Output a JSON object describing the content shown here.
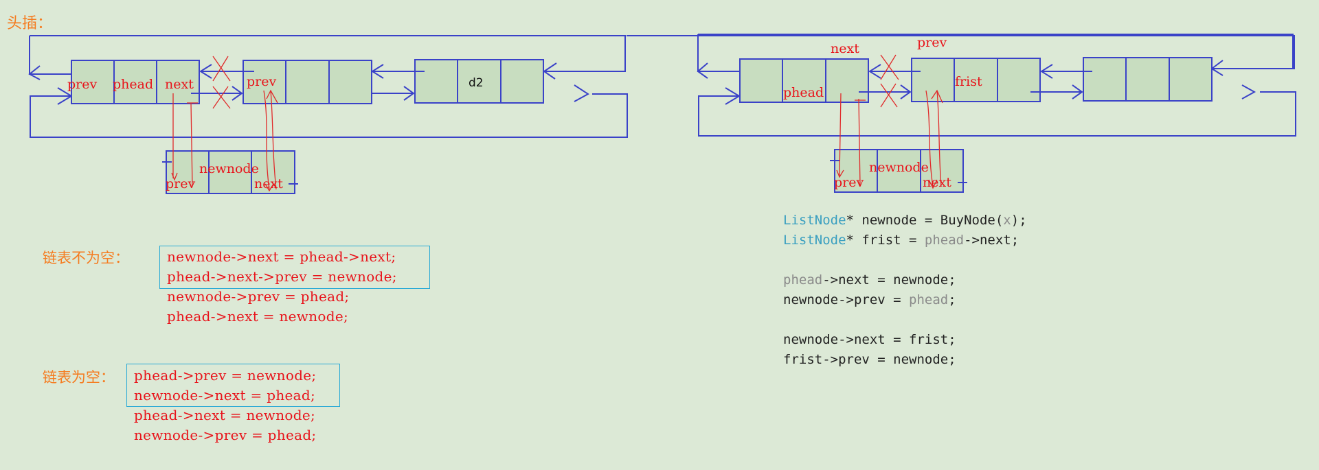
{
  "title": "头插：",
  "left": {
    "nodes": {
      "head": [
        "prev",
        "phead",
        "next"
      ],
      "second_first": "prev",
      "third_middle": "d2"
    },
    "newnode": {
      "name": "newnode",
      "prev": "prev",
      "next": "next"
    }
  },
  "right": {
    "labels": {
      "next_top": "next",
      "prev_top": "prev",
      "phead": "phead",
      "frist": "frist"
    },
    "newnode": {
      "name": "newnode",
      "prev": "prev",
      "next": "next"
    }
  },
  "non_empty": {
    "label": "链表不为空：",
    "lines": [
      "newnode->next = phead->next;",
      "phead->next->prev = newnode;",
      "newnode->prev = phead;",
      "phead->next = newnode;"
    ]
  },
  "empty": {
    "label": "链表为空：",
    "lines": [
      "phead->prev = newnode;",
      "newnode->next = phead;",
      "phead->next = newnode;",
      "newnode->prev = phead;"
    ]
  },
  "right_code": {
    "l1": {
      "type": "ListNode",
      "rest": "* newnode = BuyNode(",
      "arg": "x",
      "end": ");"
    },
    "l2": {
      "type": "ListNode",
      "rest": "* frist = ",
      "dim": "phead",
      "end": "->next;"
    },
    "l3": {
      "dim": "phead",
      "end": "->next = newnode;"
    },
    "l4": {
      "start": "newnode->prev = ",
      "dim": "phead",
      "end": ";"
    },
    "l5": "newnode->next = frist;",
    "l6": "frist->prev = newnode;"
  }
}
